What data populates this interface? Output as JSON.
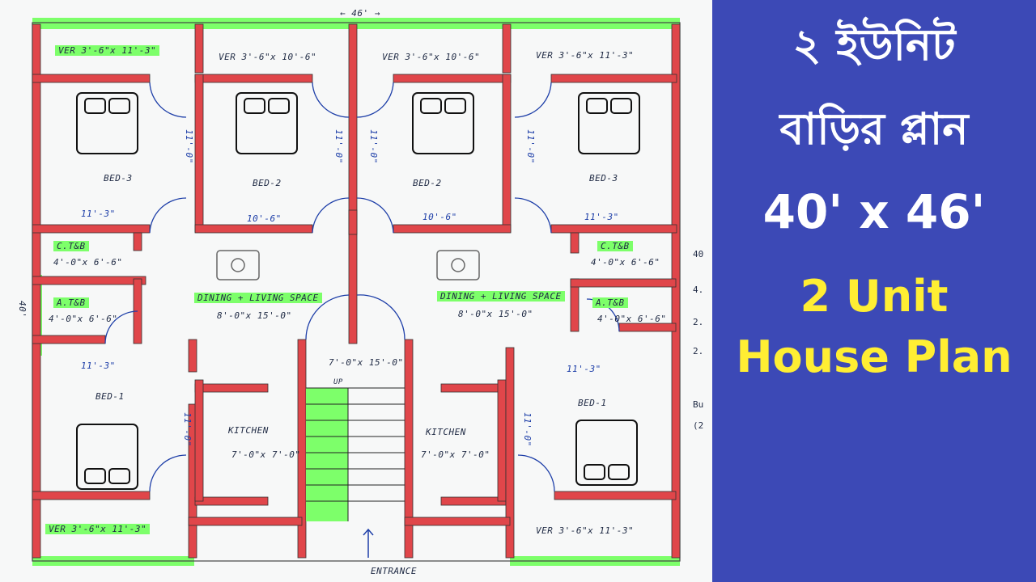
{
  "overall_width": "46'",
  "overall_depth": "40'",
  "rooms": {
    "ver_tl": "VER 3'-6\"x 11'-3\"",
    "ver_tm1": "VER 3'-6\"x 10'-6\"",
    "ver_tm2": "VER 3'-6\"x 10'-6\"",
    "ver_tr": "VER 3'-6\"x 11'-3\"",
    "bed3_left": "BED-3",
    "bed2_left": "BED-2",
    "bed2_right": "BED-2",
    "bed3_right": "BED-3",
    "w_bed3_left": "11'-3\"",
    "w_bed2_left": "10'-6\"",
    "w_bed2_right": "10'-6\"",
    "w_bed3_right": "11'-3\"",
    "h_bed3_left": "11'-0\"",
    "h_bed2_left": "11'-0\"",
    "h_bed2_right": "11'-0\"",
    "h_bed3_right": "11'-0\"",
    "ctb_left": "C.T&B",
    "ctb_left_dim": "4'-0\"x 6'-6\"",
    "ctb_right": "C.T&B",
    "ctb_right_dim": "4'-0\"x 6'-6\"",
    "atb_left": "A.T&B",
    "atb_left_dim": "4'-0\"x 6'-6\"",
    "atb_right": "A.T&B",
    "atb_right_dim": "4'-0\"x 6'-6\"",
    "dining_left": "DINING + LIVING SPACE",
    "dining_left_dim": "8'-0\"x 15'-0\"",
    "dining_right": "DINING + LIVING SPACE",
    "dining_right_dim": "8'-0\"x 15'-0\"",
    "stair_dim": "7'-0\"x 15'-0\"",
    "stair_up": "UP",
    "kitchen_left": "KITCHEN",
    "kitchen_left_dim": "7'-0\"x 7'-0\"",
    "kitchen_right": "KITCHEN",
    "kitchen_right_dim": "7'-0\"x 7'-0\"",
    "bed1_left": "BED-1",
    "bed1_right": "BED-1",
    "w_bed1_left": "11'-3\"",
    "w_bed1_right": "11'-3\"",
    "h_bed1_left": "11'-0\"",
    "h_bed1_right": "11'-0\"",
    "ver_bl": "VER 3'-6\"x 11'-3\"",
    "ver_br": "VER 3'-6\"x 11'-3\"",
    "entrance": "ENTRANCE"
  },
  "edge_notes": [
    "40",
    "4.",
    "2.",
    "2.",
    "Bu",
    "(2"
  ],
  "title": {
    "bengali_line1": "২ ইউনিট",
    "bengali_line2": "বাড়ির প্লান",
    "dimensions": "40' x 46'",
    "english_line1": "2 Unit",
    "english_line2": "House Plan"
  },
  "colors": {
    "panel_bg": "#3c49b6",
    "wall_red": "#e0464a",
    "highlight_green": "#7dff6a",
    "title_yellow": "#ffee33"
  }
}
